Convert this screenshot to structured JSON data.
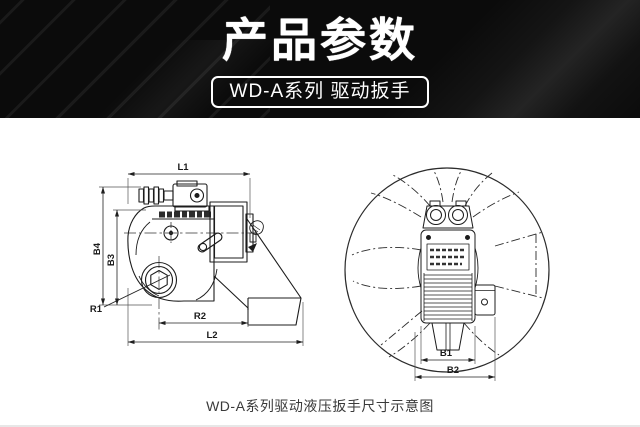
{
  "header": {
    "title": "产品参数",
    "series_badge": "WD-A系列 驱动扳手"
  },
  "diagram": {
    "caption": "WD-A系列驱动液压扳手尺寸示意图",
    "side_view": {
      "dims": {
        "l1": "L1",
        "l2": "L2",
        "r1": "R1",
        "r2": "R2",
        "b3": "B3",
        "b4": "B4"
      }
    },
    "front_view": {
      "dims": {
        "b1": "B1",
        "b2": "B2"
      }
    }
  },
  "colors": {
    "header_bg": "#0b0b0b",
    "header_text": "#ffffff",
    "drawing_line": "#1f1f1f",
    "caption_text": "#3a3a3a",
    "page_bg": "#ffffff"
  }
}
